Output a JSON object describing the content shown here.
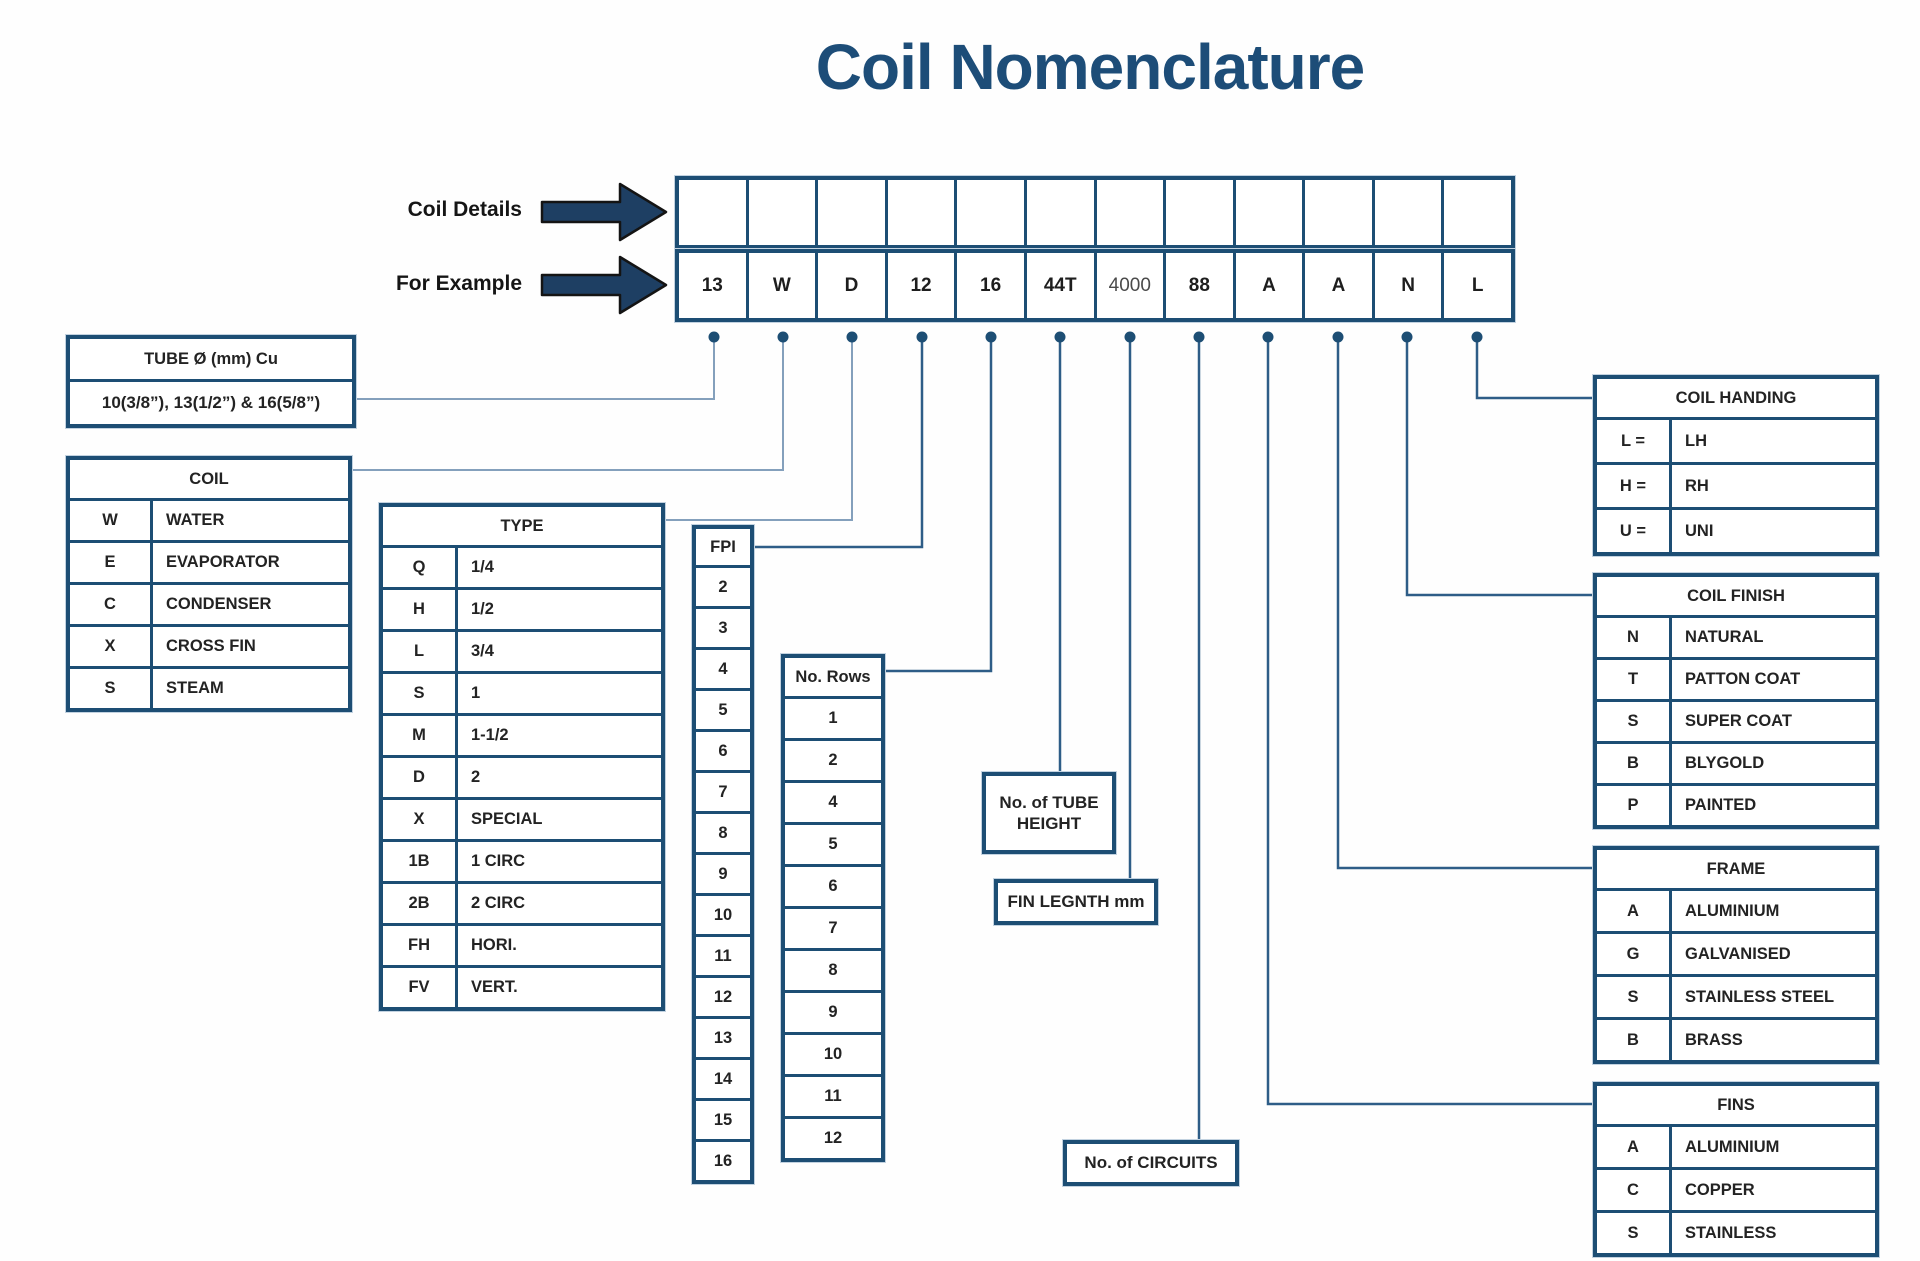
{
  "title": "Coil Nomenclature",
  "labels": {
    "coil_details": "Coil Details",
    "for_example": "For Example"
  },
  "example_values": [
    "13",
    "W",
    "D",
    "12",
    "16",
    "44T",
    "4000",
    "88",
    "A",
    "A",
    "N",
    "L"
  ],
  "annotations": {
    "tube_height": "No. of TUBE HEIGHT",
    "fin_length": "FIN LEGNTH mm",
    "circuits": "No. of CIRCUITS"
  },
  "tables": {
    "tube": {
      "title": "TUBE Ø (mm) Cu",
      "wide_rows": [
        "10(3/8”), 13(1/2”) & 16(5/8”)"
      ]
    },
    "coil": {
      "title": "COIL",
      "rows": [
        [
          "W",
          "WATER"
        ],
        [
          "E",
          "EVAPORATOR"
        ],
        [
          "C",
          "CONDENSER"
        ],
        [
          "X",
          "CROSS FIN"
        ],
        [
          "S",
          "STEAM"
        ]
      ]
    },
    "type": {
      "title": "TYPE",
      "rows": [
        [
          "Q",
          "1/4"
        ],
        [
          "H",
          "1/2"
        ],
        [
          "L",
          "3/4"
        ],
        [
          "S",
          "1"
        ],
        [
          "M",
          "1-1/2"
        ],
        [
          "D",
          "2"
        ],
        [
          "X",
          "SPECIAL"
        ],
        [
          "1B",
          "1 CIRC"
        ],
        [
          "2B",
          "2 CIRC"
        ],
        [
          "FH",
          "HORI."
        ],
        [
          "FV",
          "VERT."
        ]
      ]
    },
    "fpi": {
      "title": "FPI",
      "values": [
        "2",
        "3",
        "4",
        "5",
        "6",
        "7",
        "8",
        "9",
        "10",
        "11",
        "12",
        "13",
        "14",
        "15",
        "16"
      ]
    },
    "no_rows": {
      "title": "No. Rows",
      "values": [
        "1",
        "2",
        "4",
        "5",
        "6",
        "7",
        "8",
        "9",
        "10",
        "11",
        "12"
      ]
    },
    "coil_handing": {
      "title": "COIL HANDING",
      "rows": [
        [
          "L =",
          "LH"
        ],
        [
          "H =",
          "RH"
        ],
        [
          "U =",
          "UNI"
        ]
      ]
    },
    "coil_finish": {
      "title": "COIL FINISH",
      "rows": [
        [
          "N",
          "NATURAL"
        ],
        [
          "T",
          "PATTON COAT"
        ],
        [
          "S",
          "SUPER COAT"
        ],
        [
          "B",
          "BLYGOLD"
        ],
        [
          "P",
          "PAINTED"
        ]
      ]
    },
    "frame": {
      "title": "FRAME",
      "rows": [
        [
          "A",
          "ALUMINIUM"
        ],
        [
          "G",
          "GALVANISED"
        ],
        [
          "S",
          "STAINLESS STEEL"
        ],
        [
          "B",
          "BRASS"
        ]
      ]
    },
    "fins": {
      "title": "FINS",
      "rows": [
        [
          "A",
          "ALUMINIUM"
        ],
        [
          "C",
          "COPPER"
        ],
        [
          "S",
          "STAINLESS"
        ]
      ]
    }
  },
  "colors": {
    "navy_border": "#1d4e74",
    "title_blue": "#1d4d78",
    "connector_dark": "#2e5d87",
    "connector_light": "#84a0bc",
    "arrow_fill": "#1e3f63",
    "text": "#232323"
  }
}
